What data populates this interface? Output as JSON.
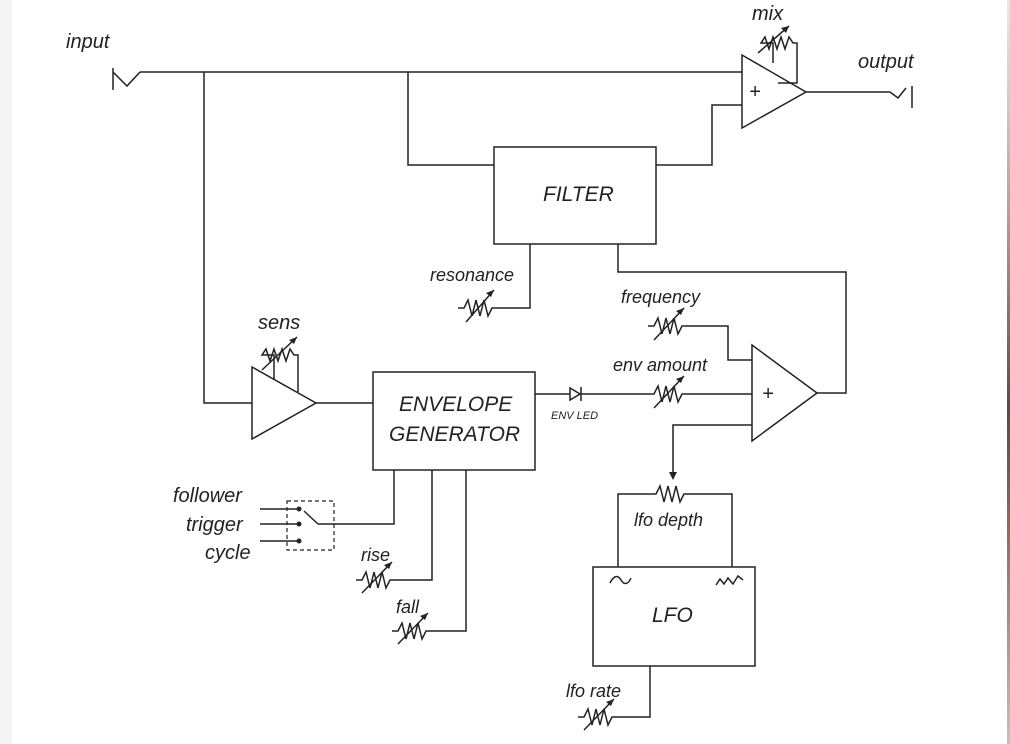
{
  "labels": {
    "input": "input",
    "output": "output",
    "mix": "mix",
    "filter": "FILTER",
    "resonance": "resonance",
    "frequency": "frequency",
    "env_amount": "env amount",
    "sens": "sens",
    "envelope_line1": "ENVELOPE",
    "envelope_line2": "GENERATOR",
    "env_led": "ENV LED",
    "follower": "follower",
    "trigger": "trigger",
    "cycle": "cycle",
    "rise": "rise",
    "fall": "fall",
    "lfo_depth": "lfo depth",
    "lfo": "LFO",
    "lfo_rate": "lfo rate",
    "plus_top": "+",
    "plus_mid": "+"
  },
  "icons": {
    "sine": "sine-wave-icon",
    "random": "random-wave-icon",
    "potentiometer": "potentiometer-icon",
    "jack": "jack-icon",
    "led": "diode-icon"
  }
}
